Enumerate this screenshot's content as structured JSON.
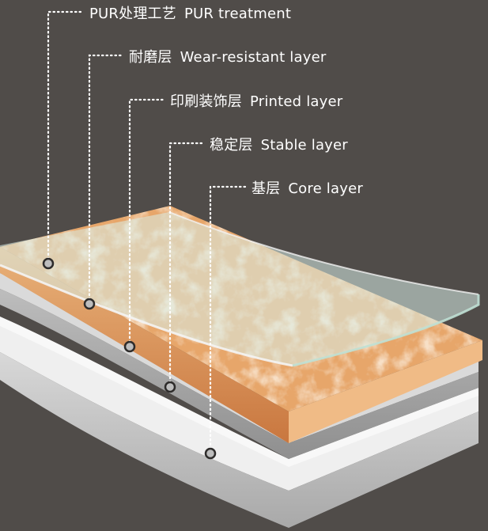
{
  "colors": {
    "background": "#504c49",
    "core": "#e9e9e9",
    "stable": "#c9c9c9",
    "printed": "#e7a66a",
    "wear": "#cde3dd",
    "leader": "#ffffff"
  },
  "layers": [
    {
      "id": "pur",
      "zh": "PUR处理工艺",
      "en": "PUR treatment"
    },
    {
      "id": "wear",
      "zh": "耐磨层",
      "en": "Wear-resistant layer"
    },
    {
      "id": "printed",
      "zh": "印刷装饰层",
      "en": "Printed layer"
    },
    {
      "id": "stable",
      "zh": "稳定层",
      "en": "Stable layer"
    },
    {
      "id": "core",
      "zh": "基层",
      "en": "Core layer"
    }
  ]
}
